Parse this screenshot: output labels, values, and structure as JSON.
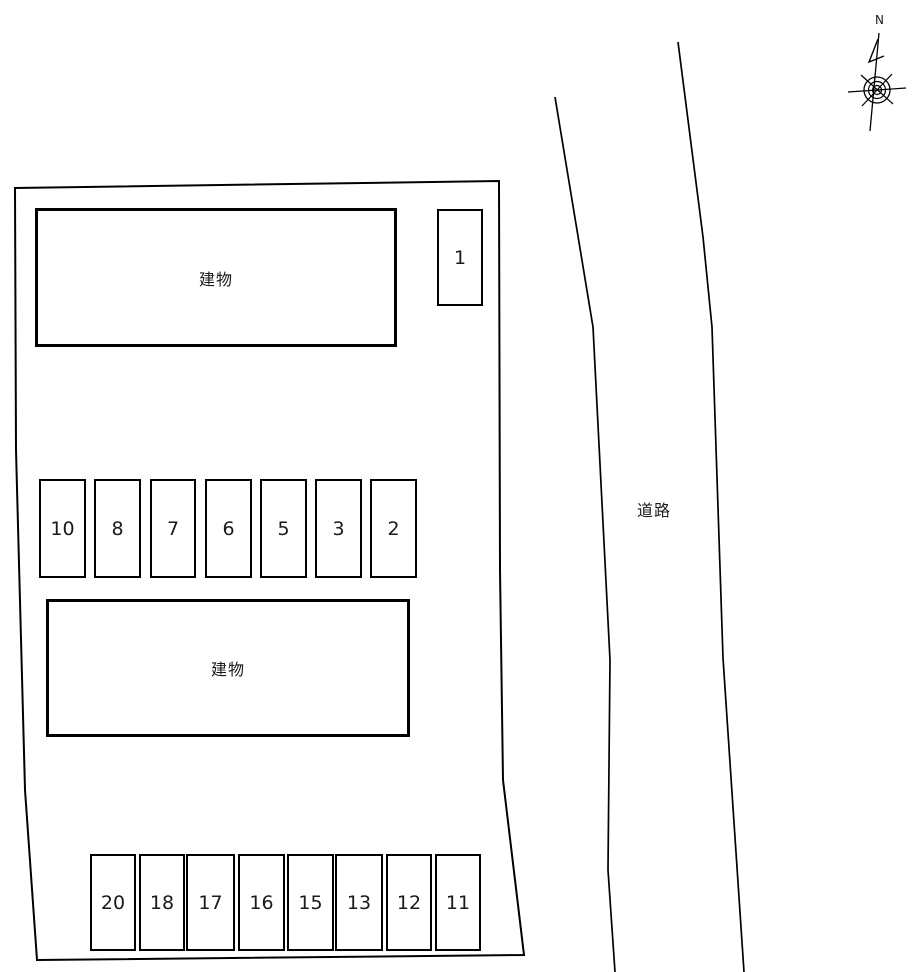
{
  "plan": {
    "buildings": [
      {
        "label": "建物"
      },
      {
        "label": "建物"
      }
    ],
    "road": {
      "label": "道路"
    },
    "compass": {
      "north_label": "N"
    },
    "parking": {
      "row_top": [
        "1"
      ],
      "row_middle": [
        "10",
        "8",
        "7",
        "6",
        "5",
        "3",
        "2"
      ],
      "row_bottom": [
        "20",
        "18",
        "17",
        "16",
        "15",
        "13",
        "12",
        "11"
      ]
    },
    "colors": {
      "line": "#000000",
      "text": "#1a1a1a",
      "background": "#ffffff"
    }
  }
}
